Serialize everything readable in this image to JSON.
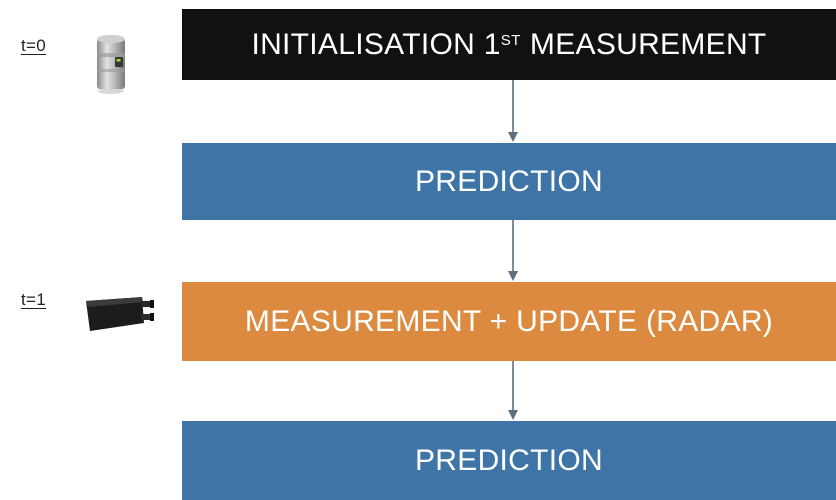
{
  "timeline": {
    "t0_label": "t=0",
    "t1_label": "t=1"
  },
  "sensors": {
    "first": "lidar-icon",
    "second": "radar-icon"
  },
  "steps": [
    {
      "label": "INITIALISATION 1",
      "superscript": "ST",
      "label_suffix": "MEASUREMENT",
      "color": "#111111"
    },
    {
      "label": "PREDICTION",
      "color": "#3f74a7"
    },
    {
      "label": "MEASUREMENT + UPDATE (RADAR)",
      "color": "#db8a40"
    },
    {
      "label": "PREDICTION",
      "color": "#3f74a7"
    }
  ],
  "arrow_color": "#5d6f80"
}
